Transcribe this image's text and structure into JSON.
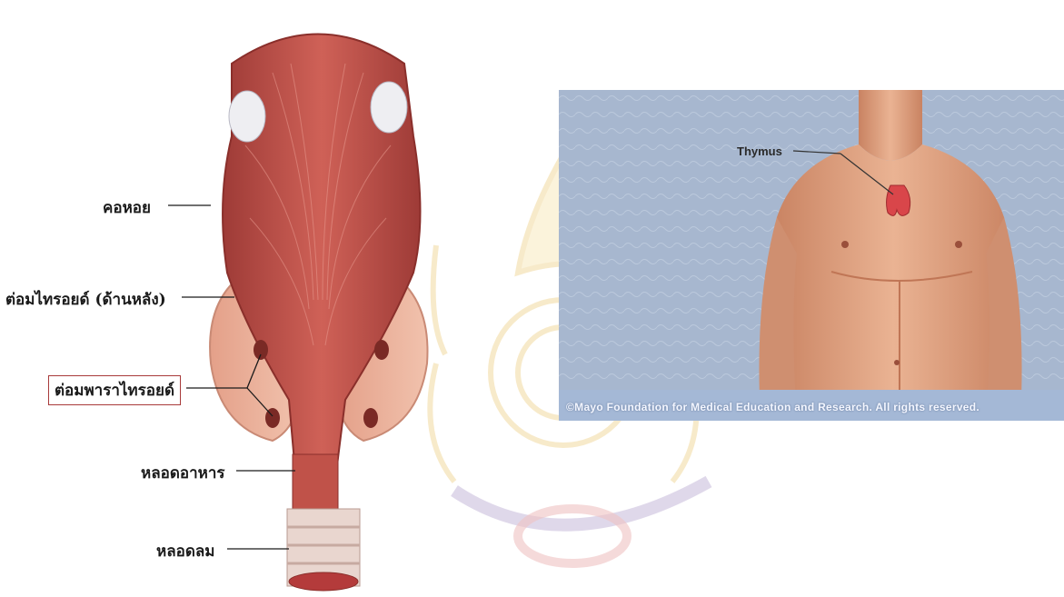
{
  "left_diagram": {
    "labels": {
      "pharynx": "คอหอย",
      "thyroid_back": "ต่อมไทรอยด์ (ด้านหลัง)",
      "parathyroid": "ต่อมพาราไทรอยด์",
      "esophagus": "หลอดอาหาร",
      "trachea": "หลอดลม"
    },
    "colors": {
      "muscle": "#c0504a",
      "gland": "#e8a98f",
      "box_border": "#a83a3a"
    }
  },
  "right_photo": {
    "label": "Thymus",
    "copyright": "©Mayo Foundation for Medical Education and Research.  All rights reserved.",
    "colors": {
      "background": "#a7b7cf",
      "skin": "#e0a583",
      "thymus": "#d9464a"
    }
  },
  "watermark": {
    "colors": {
      "gold": "#e9c46a",
      "purple": "#5b3a8c"
    }
  }
}
